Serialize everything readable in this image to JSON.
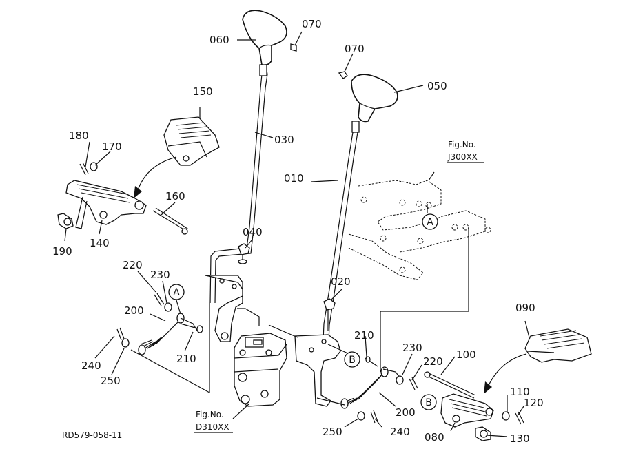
{
  "footer_code": "RD579-058-11",
  "refs": {
    "fig_top": "Fig.No.",
    "fig_top_code": "J300XX",
    "fig_bottom": "Fig.No.",
    "fig_bottom_code": "D310XX",
    "mark_a": "A",
    "mark_b": "B"
  },
  "parts": {
    "p010": "010",
    "p020": "020",
    "p030": "030",
    "p040": "040",
    "p050": "050",
    "p060": "060",
    "p070a": "070",
    "p070b": "070",
    "p080": "080",
    "p090": "090",
    "p100": "100",
    "p110": "110",
    "p120": "120",
    "p130": "130",
    "p140": "140",
    "p150": "150",
    "p160": "160",
    "p170": "170",
    "p180": "180",
    "p190": "190",
    "p200a": "200",
    "p200b": "200",
    "p210a": "210",
    "p210b": "210",
    "p220a": "220",
    "p220b": "220",
    "p230a": "230",
    "p230b": "230",
    "p240a": "240",
    "p240b": "240",
    "p250a": "250",
    "p250b": "250"
  }
}
